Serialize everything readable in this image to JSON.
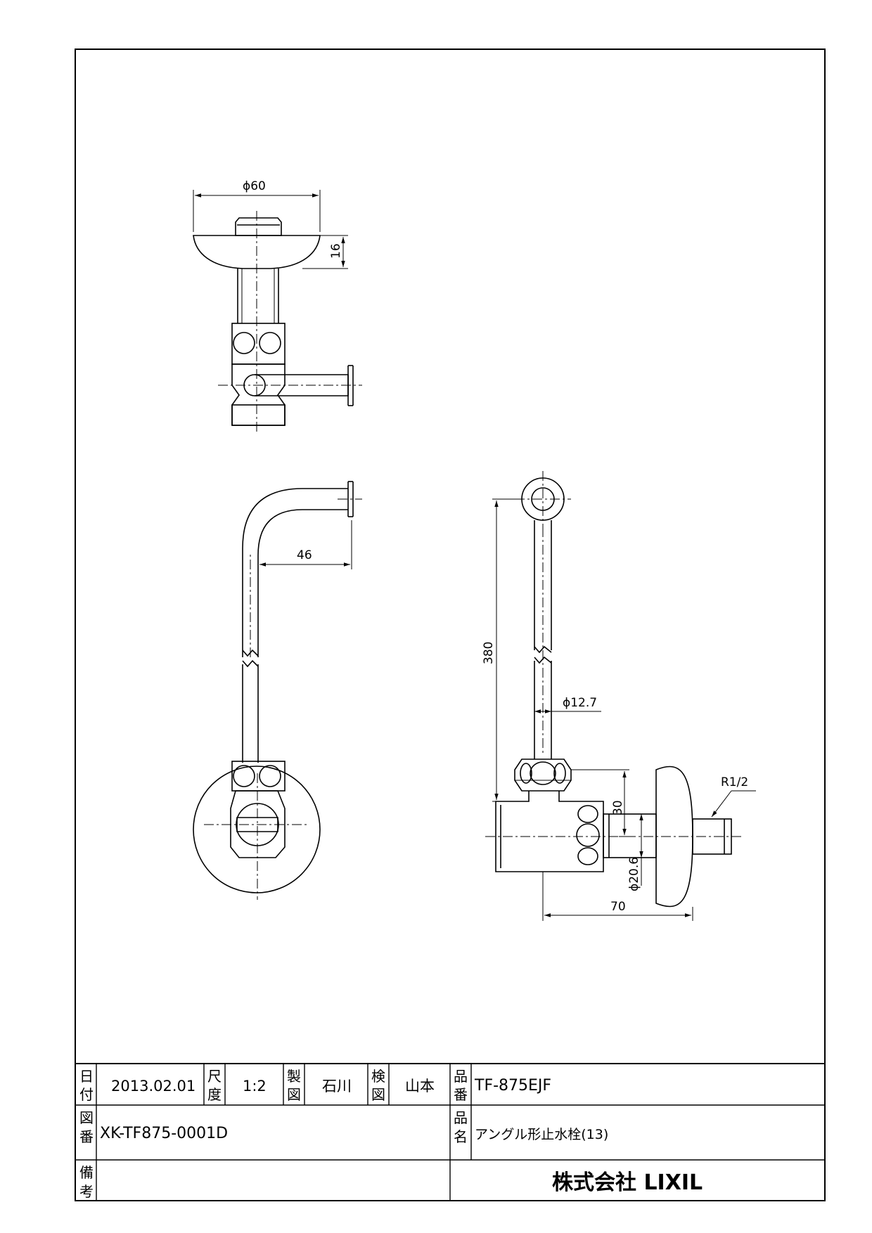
{
  "dimensions": {
    "top_diameter": "ϕ60",
    "top_height": "16",
    "front_offset": "46",
    "side_length": "380",
    "pipe_diameter": "ϕ12.7",
    "side_height": "30",
    "thread": "R1/2",
    "body_diameter": "ϕ20.6",
    "side_depth": "70"
  },
  "title_block": {
    "date_label_1": "日",
    "date_label_2": "付",
    "date": "2013.02.01",
    "scale_label_1": "尺",
    "scale_label_2": "度",
    "scale": "1:2",
    "drawn_label_1": "製",
    "drawn_label_2": "図",
    "drawn_by": "石川",
    "checked_label_1": "検",
    "checked_label_2": "図",
    "checked_by": "山本",
    "part_no_label_1": "品",
    "part_no_label_2": "番",
    "part_no": "TF-875EJF",
    "drawing_no_label_1": "図",
    "drawing_no_label_2": "番",
    "drawing_no": "XK-TF875-0001D",
    "product_name_label_1": "品",
    "product_name_label_2": "名",
    "product_name": "アングル形止水栓(13)",
    "remarks_label_1": "備",
    "remarks_label_2": "考",
    "company": "株式会社 LIXIL"
  }
}
